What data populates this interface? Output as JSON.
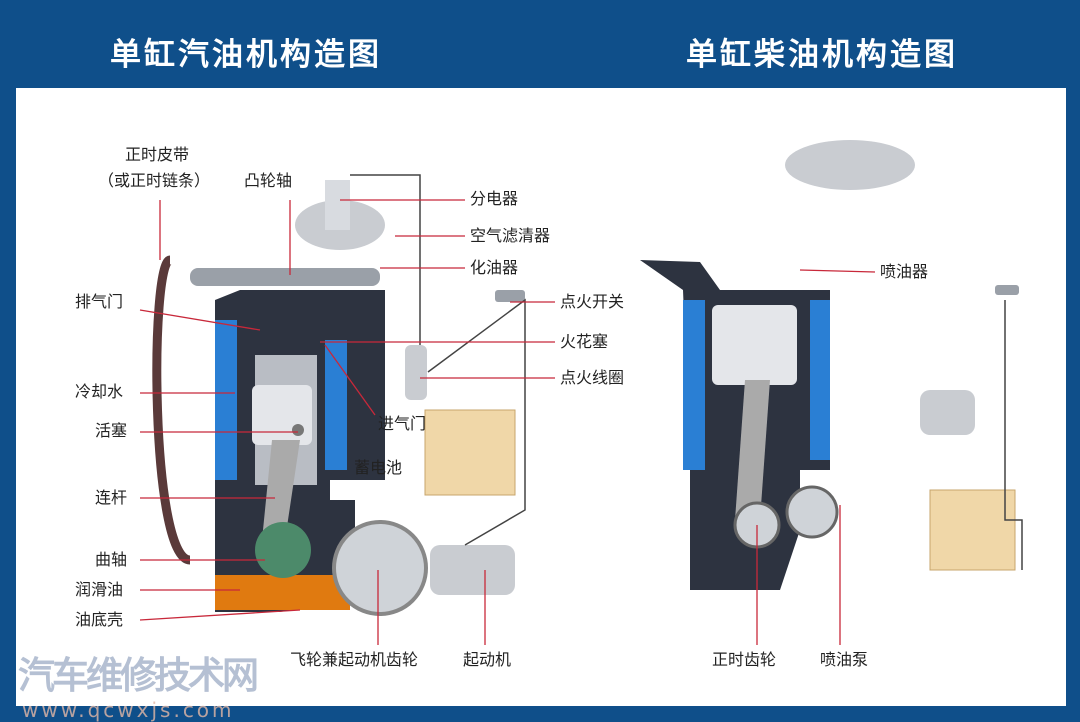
{
  "titles": {
    "gasoline": "单缸汽油机构造图",
    "diesel": "单缸柴油机构造图"
  },
  "gasoline_labels": {
    "timing_belt": "正时皮带",
    "timing_chain": "（或正时链条）",
    "camshaft": "凸轮轴",
    "distributor": "分电器",
    "air_filter": "空气滤清器",
    "carburetor": "化油器",
    "ignition_switch": "点火开关",
    "spark_plug": "火花塞",
    "ignition_coil": "点火线圈",
    "exhaust_valve": "排气门",
    "coolant": "冷却水",
    "piston": "活塞",
    "intake_valve": "进气门",
    "battery": "蓄电池",
    "connecting_rod": "连杆",
    "crankshaft": "曲轴",
    "lubricant": "润滑油",
    "oil_pan": "油底壳",
    "flywheel": "飞轮兼起动机齿轮",
    "starter": "起动机"
  },
  "diesel_labels": {
    "injector": "喷油器",
    "timing_gear": "正时齿轮",
    "injection_pump": "喷油泵"
  },
  "watermark": {
    "text": "汽车维修技术网",
    "url": "www.qcwxjs.com"
  },
  "colors": {
    "frame": "#0f4f8a",
    "coolant": "#2a7fd4",
    "oil": "#e07a10",
    "block": "#2d3340",
    "leader": "#c8283a"
  }
}
